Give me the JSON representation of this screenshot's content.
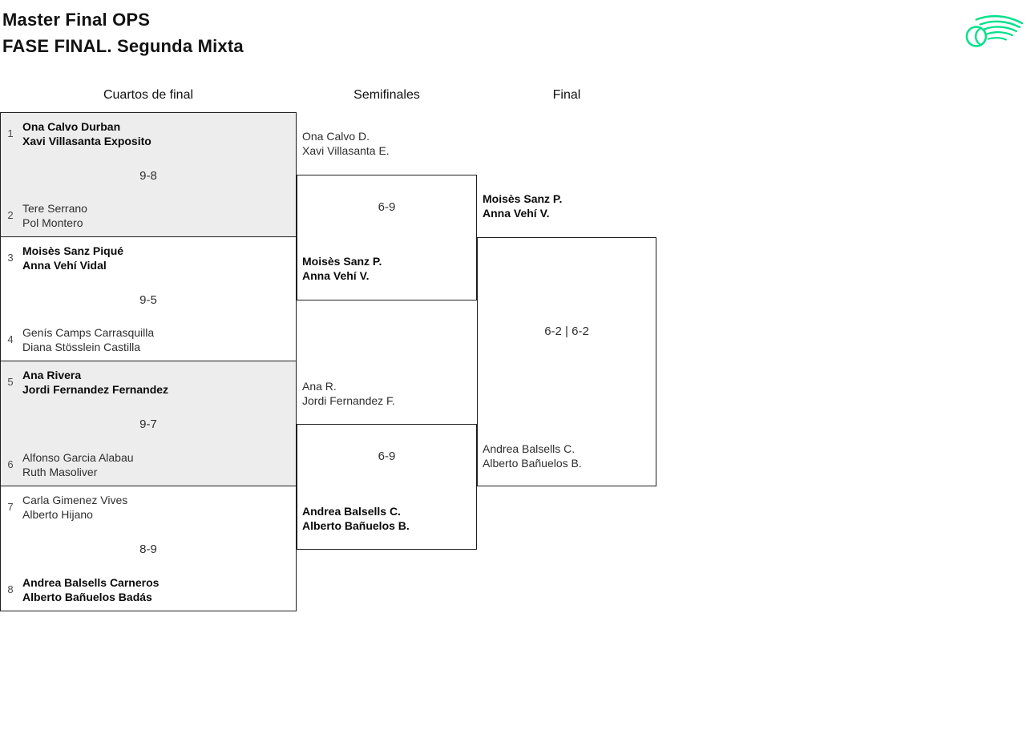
{
  "page": {
    "title_line1": "Master Final OPS",
    "title_line2": "FASE FINAL. Segunda Mixta"
  },
  "logo": {
    "icon": "comet-ball-icon",
    "color": "#00E18B"
  },
  "colors": {
    "accent_green": "#00E18B",
    "shaded_box": "#EDEDED",
    "box_border": "#1E1E1E",
    "text_regular": "#2E2E2E",
    "text_winner": "#0A0A0A"
  },
  "round_headers": [
    {
      "label": "Cuartos de final"
    },
    {
      "label": "Semifinales"
    },
    {
      "label": "Final"
    }
  ],
  "quarterfinals": [
    {
      "shaded": true,
      "top": {
        "seed": "1",
        "line1": "Ona Calvo Durban",
        "line2": "Xavi Villasanta Exposito",
        "winner": true
      },
      "score": "9-8",
      "bottom": {
        "seed": "2",
        "line1": "Tere Serrano",
        "line2": "Pol Montero",
        "winner": false
      }
    },
    {
      "shaded": false,
      "top": {
        "seed": "3",
        "line1": "Moisès Sanz Piqué",
        "line2": "Anna Vehí Vidal",
        "winner": true
      },
      "score": "9-5",
      "bottom": {
        "seed": "4",
        "line1": "Genís Camps Carrasquilla",
        "line2": "Diana Stösslein Castilla",
        "winner": false
      }
    },
    {
      "shaded": true,
      "top": {
        "seed": "5",
        "line1": "Ana Rivera",
        "line2": "Jordi Fernandez Fernandez",
        "winner": true
      },
      "score": "9-7",
      "bottom": {
        "seed": "6",
        "line1": "Alfonso Garcia Alabau",
        "line2": "Ruth Masoliver",
        "winner": false
      }
    },
    {
      "shaded": false,
      "top": {
        "seed": "7",
        "line1": "Carla Gimenez Vives",
        "line2": "Alberto Hijano",
        "winner": false
      },
      "score": "8-9",
      "bottom": {
        "seed": "8",
        "line1": "Andrea Balsells Carneros",
        "line2": "Alberto Bañuelos Badás",
        "winner": true
      }
    }
  ],
  "semifinals": [
    {
      "top": {
        "line1": "Ona Calvo D.",
        "line2": "Xavi Villasanta E.",
        "winner": false
      },
      "score": "6-9",
      "bottom": {
        "line1": "Moisès Sanz P.",
        "line2": "Anna Vehí V.",
        "winner": true
      }
    },
    {
      "top": {
        "line1": "Ana R.",
        "line2": "Jordi Fernandez F.",
        "winner": false
      },
      "score": "6-9",
      "bottom": {
        "line1": "Andrea Balsells C.",
        "line2": "Alberto Bañuelos B.",
        "winner": true
      }
    }
  ],
  "final": {
    "top": {
      "line1": "Moisès Sanz P.",
      "line2": "Anna Vehí V.",
      "winner": true
    },
    "score": "6-2 | 6-2",
    "bottom": {
      "line1": "Andrea Balsells C.",
      "line2": "Alberto Bañuelos B.",
      "winner": false
    }
  }
}
